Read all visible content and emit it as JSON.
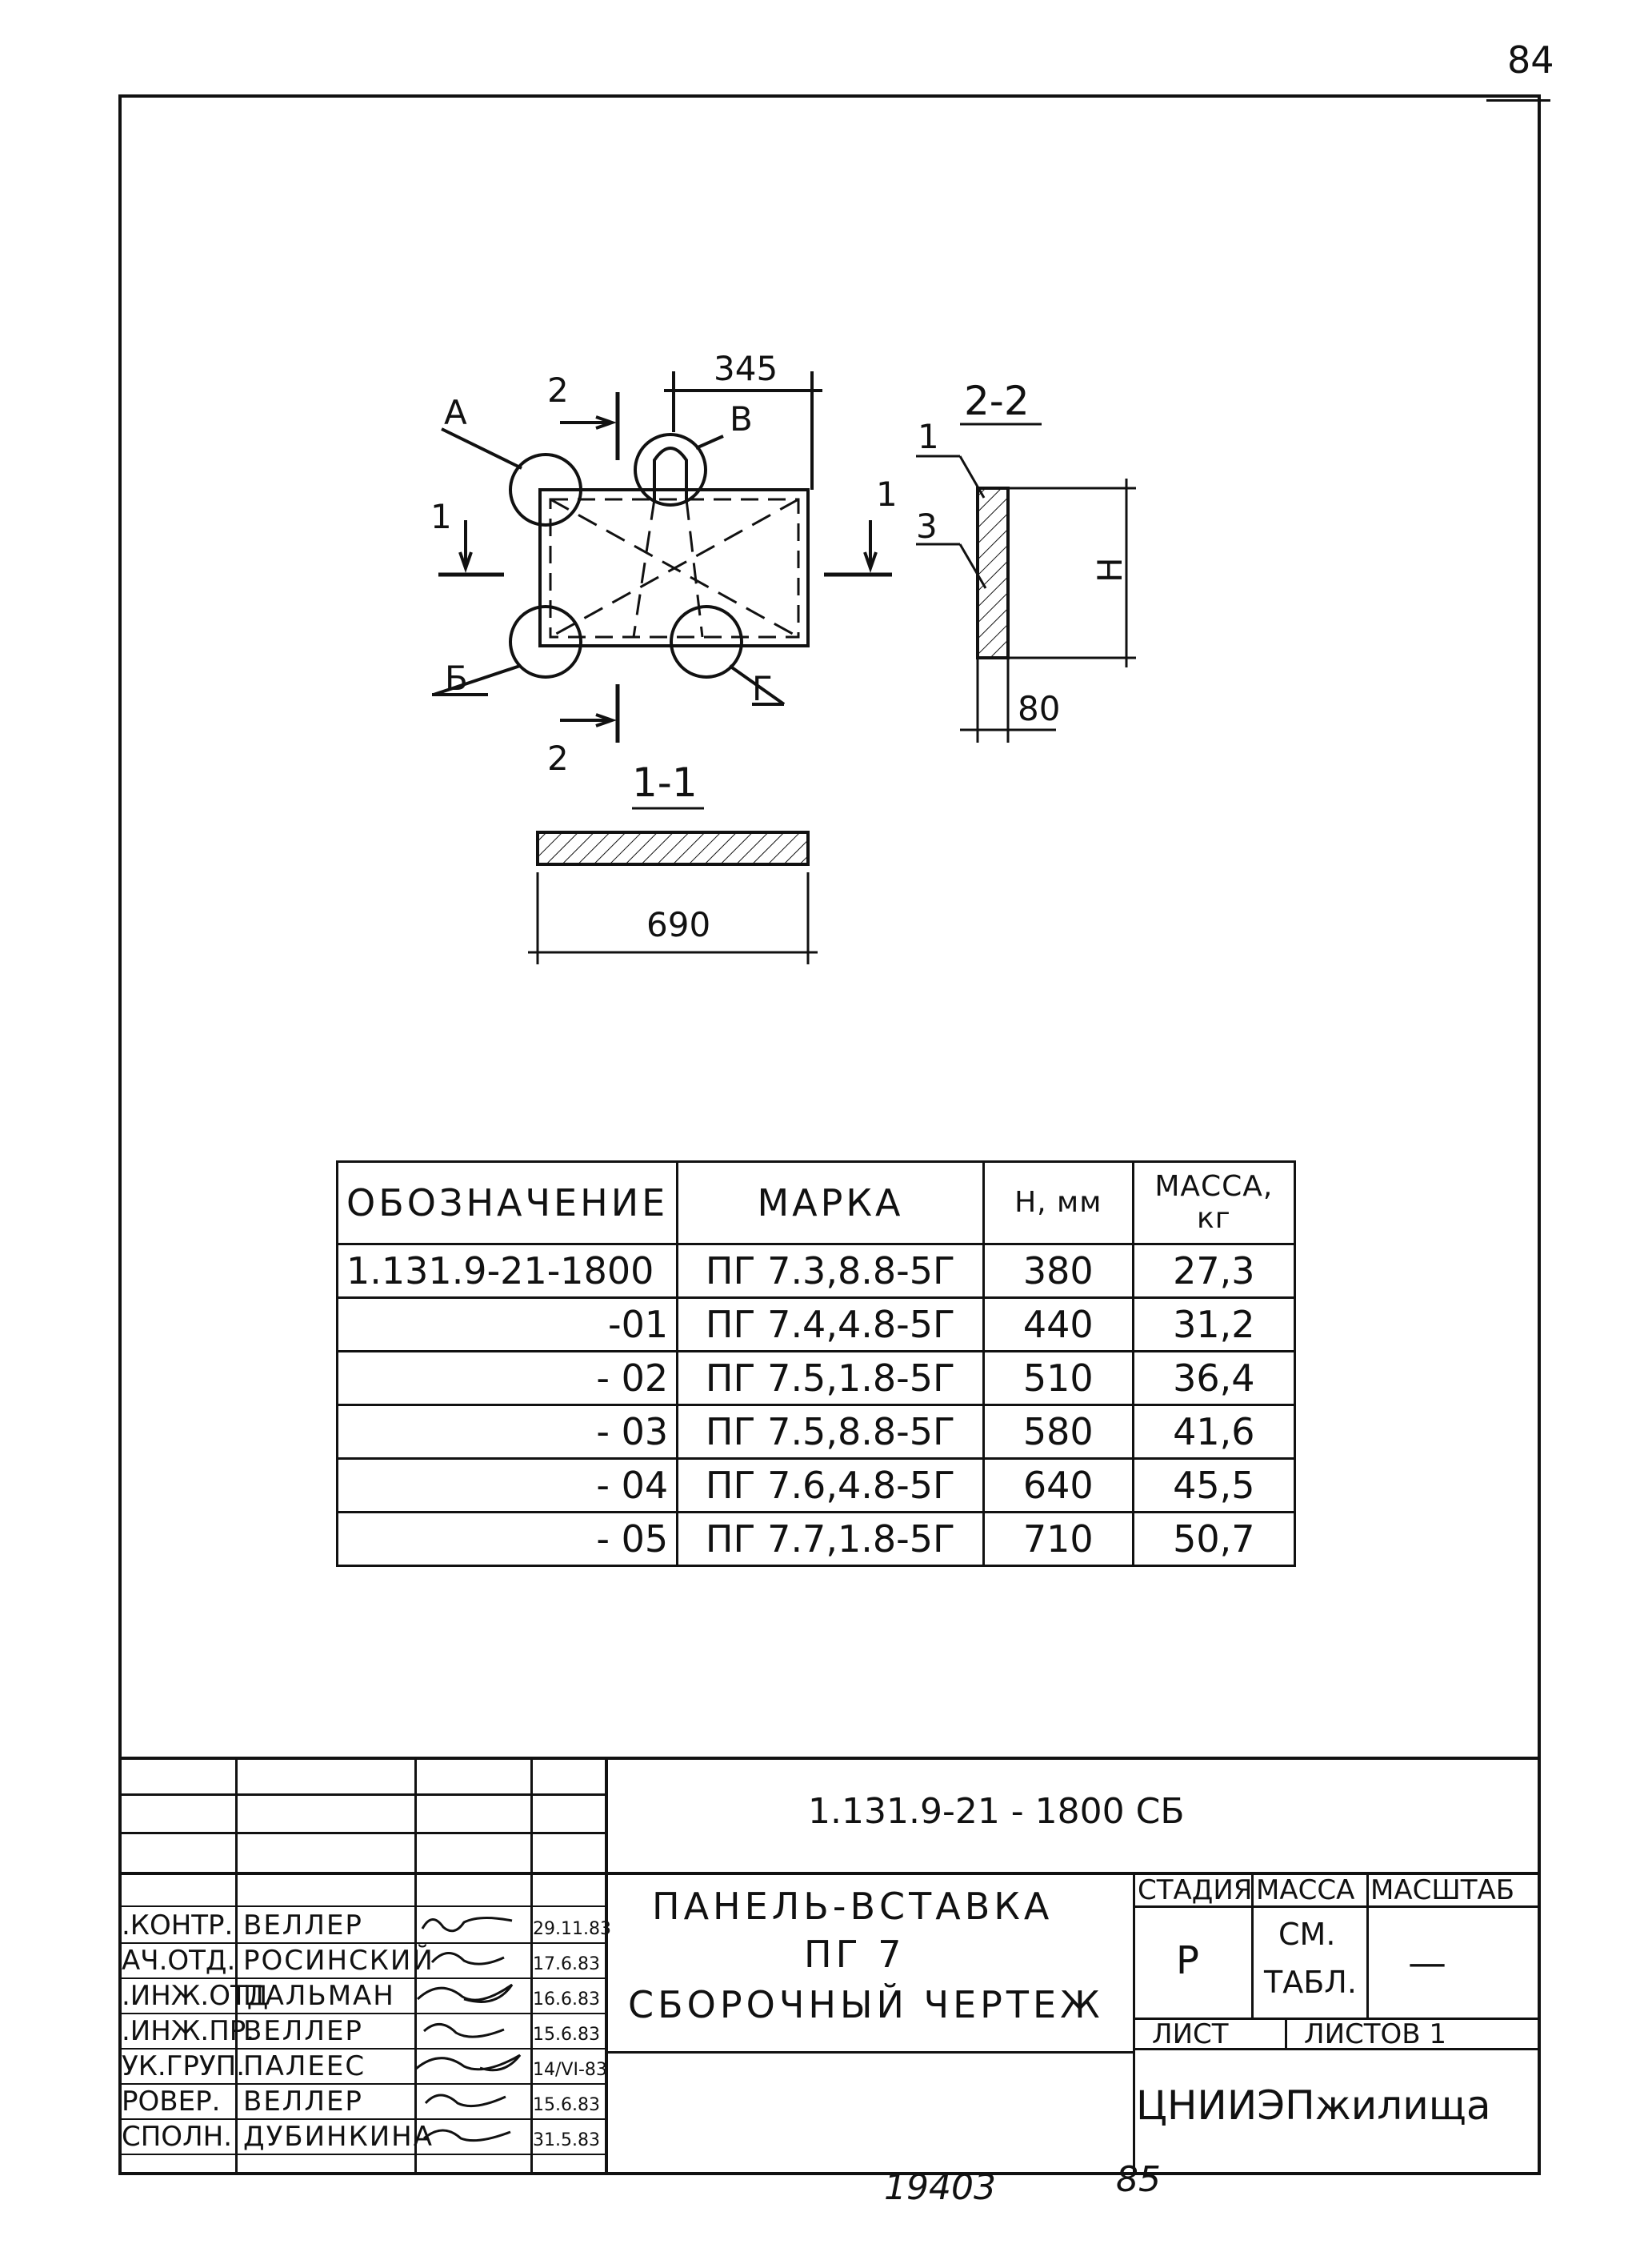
{
  "page_number": "84",
  "drawing": {
    "dim_width_top": "345",
    "dim_width_total": "690",
    "dim_thickness": "80",
    "dim_height": "H",
    "section_1_label": "1-1",
    "section_2_label": "2-2",
    "cut_1_mark": "1",
    "cut_2_mark": "2",
    "callout_a": "А",
    "callout_b": "Б",
    "callout_v": "В",
    "callout_g": "Г",
    "leader_1": "1",
    "leader_3": "3"
  },
  "table": {
    "headers": {
      "designation": "ОБОЗНАЧЕНИЕ",
      "mark": "МАРКА",
      "h": "H, мм",
      "mass": "МАССА, кг"
    },
    "rows": [
      {
        "designation": "1.131.9-21-1800",
        "mark": "ПГ 7.3,8.8-5Г",
        "h": "380",
        "mass": "27,3"
      },
      {
        "designation": "-01",
        "mark": "ПГ 7.4,4.8-5Г",
        "h": "440",
        "mass": "31,2"
      },
      {
        "designation": "- 02",
        "mark": "ПГ 7.5,1.8-5Г",
        "h": "510",
        "mass": "36,4"
      },
      {
        "designation": "- 03",
        "mark": "ПГ 7.5,8.8-5Г",
        "h": "580",
        "mass": "41,6"
      },
      {
        "designation": "- 04",
        "mark": "ПГ 7.6,4.8-5Г",
        "h": "640",
        "mass": "45,5"
      },
      {
        "designation": "- 05",
        "mark": "ПГ 7.7,1.8-5Г",
        "h": "710",
        "mass": "50,7"
      }
    ]
  },
  "title_block": {
    "doc_code": "1.131.9-21 - 1800 СБ",
    "title_line1": "ПАНЕЛЬ-ВСТАВКА",
    "title_line2": "ПГ 7",
    "title_line3": "СБОРОЧНЫЙ ЧЕРТЕЖ",
    "stage_label": "СТАДИЯ",
    "mass_label": "МАССА",
    "scale_label": "МАСШТАБ",
    "stage_value": "Р",
    "mass_value_1": "СМ.",
    "mass_value_2": "ТАБЛ.",
    "scale_value": "—",
    "sheet_label": "ЛИСТ",
    "sheets_label": "ЛИСТОВ 1",
    "organization": "ЦНИИЭПжилища",
    "signatures": [
      {
        "role": ".КОНТР.",
        "name": "ВЕЛЛЕР",
        "date": "29.11.83"
      },
      {
        "role": "АЧ.ОТД.",
        "name": "РОСИНСКИЙ",
        "date": "17.6.83"
      },
      {
        "role": ".ИНЖ.ОТД",
        "name": "ПАЛЬМАН",
        "date": "16.6.83"
      },
      {
        "role": ".ИНЖ.ПР.",
        "name": "ВЕЛЛЕР",
        "date": "15.6.83"
      },
      {
        "role": "УК.ГРУП.",
        "name": "ПАЛЕЕС",
        "date": "14/VI-83"
      },
      {
        "role": "РОВЕР.",
        "name": "ВЕЛЛЕР",
        "date": "15.6.83"
      },
      {
        "role": "СПОЛН.",
        "name": "ДУБИНКИНА",
        "date": "31.5.83"
      }
    ]
  },
  "footer": {
    "inventory_number": "19403",
    "sheet_number": "85"
  }
}
